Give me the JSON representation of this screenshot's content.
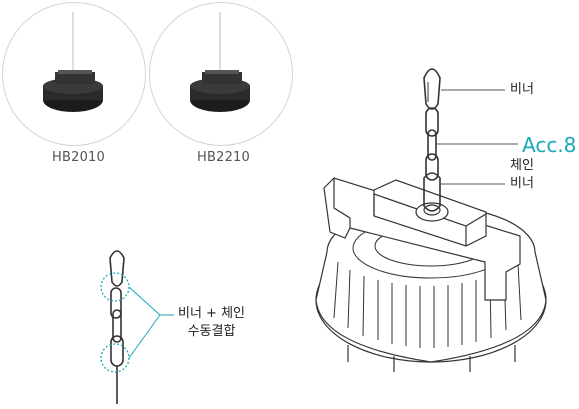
{
  "products": [
    {
      "model": "HB2010"
    },
    {
      "model": "HB2210"
    }
  ],
  "callouts": {
    "carabiner_top": "비너",
    "accessory_code": "Acc.8",
    "chain": "체인",
    "carabiner_bottom": "비너"
  },
  "combo": {
    "line1": "비너 + 체인",
    "line2": "수동결합"
  },
  "colors": {
    "accent": "#1aa9b8",
    "line": "#555555",
    "circle_border": "#d4d4d4"
  }
}
